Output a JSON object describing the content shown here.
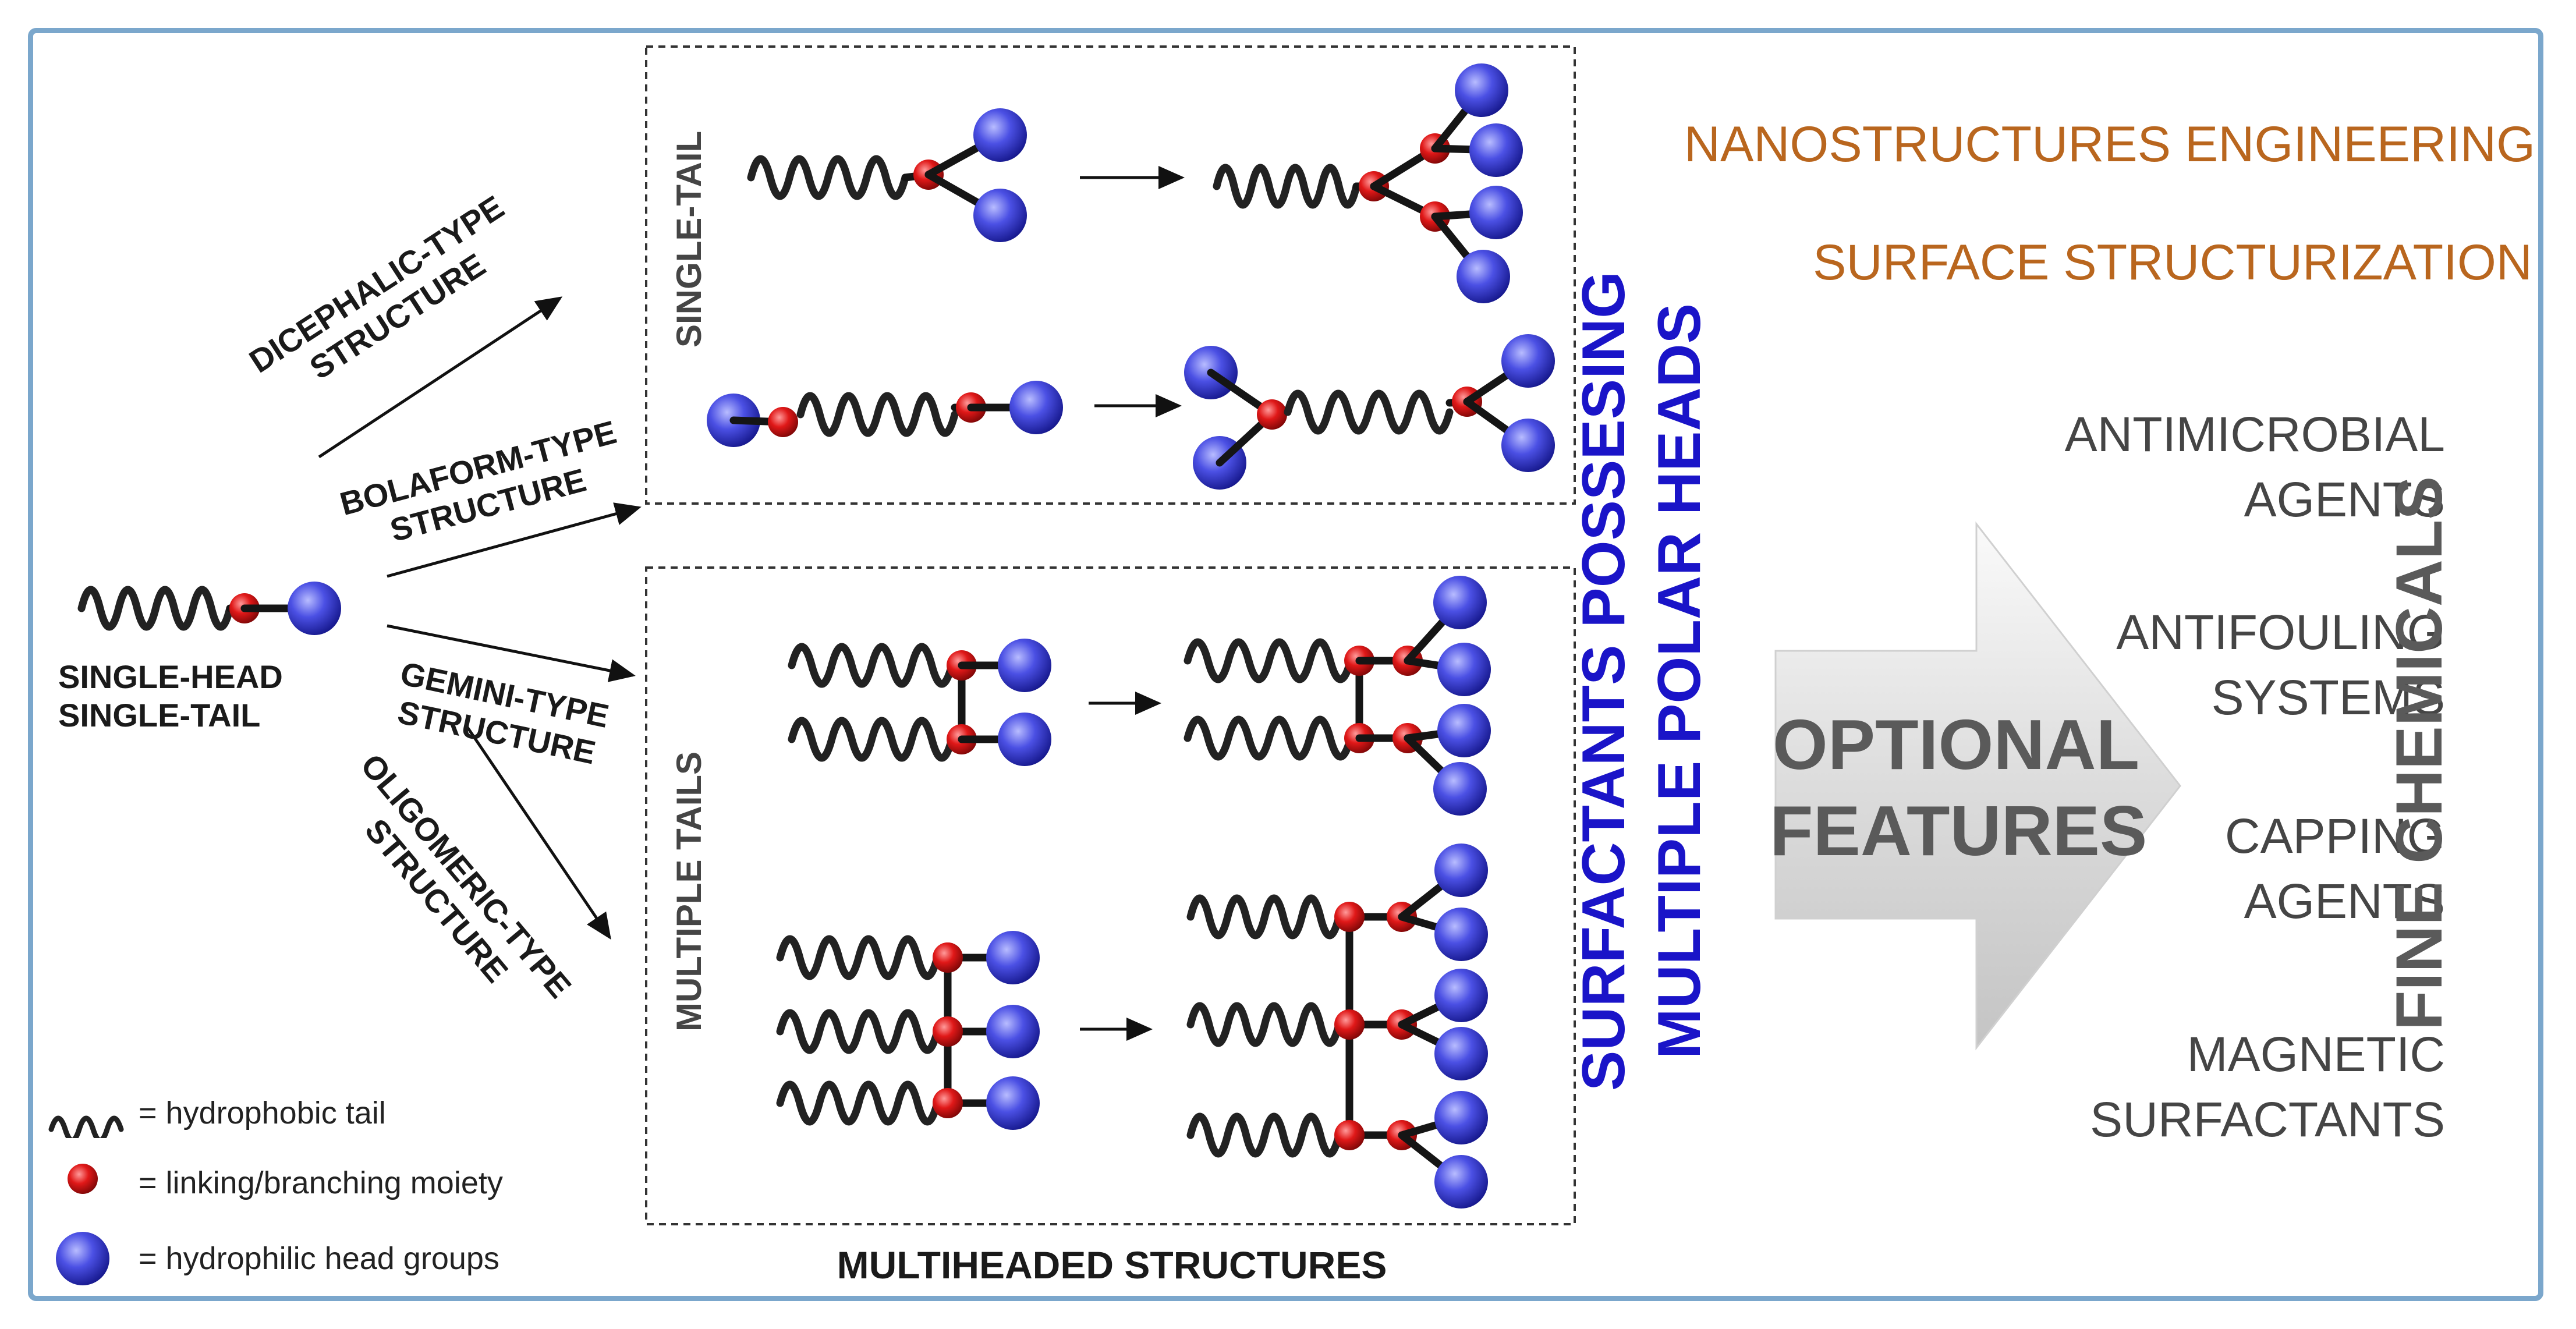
{
  "start_structure": {
    "line1": "SINGLE-HEAD",
    "line2": "SINGLE-TAIL"
  },
  "branches": [
    {
      "line1": "DICEPHALIC-TYPE",
      "line2": "STRUCTURE"
    },
    {
      "line1": "BOLAFORM-TYPE",
      "line2": "STRUCTURE"
    },
    {
      "line1": "GEMINI-TYPE",
      "line2": "STRUCTURE"
    },
    {
      "line1": "OLIGOMERIC-TYPE",
      "line2": "STRUCTURE"
    }
  ],
  "boxes": {
    "single_tail": "SINGLE-TAIL",
    "multiple_tails": "MULTIPLE TAILS"
  },
  "bottom_caption": "MULTIHEADED STRUCTURES",
  "legend": [
    {
      "symbol": "hydrophobic tail",
      "text": "= hydrophobic tail"
    },
    {
      "symbol": "linking moiety",
      "text": "= linking/branching moiety"
    },
    {
      "symbol": "hydrophilic head",
      "text": "= hydrophilic head groups"
    }
  ],
  "vertical_title": {
    "line1": "SURFACTANTS POSSESING",
    "line2": "MULTIPLE POLAR HEADS"
  },
  "arrow_text": {
    "line1": "OPTIONAL",
    "line2": "FEATURES"
  },
  "top_features": [
    "NANOSTRUCTURES ENGINEERING",
    "SURFACE STRUCTURIZATION"
  ],
  "applications": [
    {
      "line1": "ANTIMICROBIAL",
      "line2": "AGENTS"
    },
    {
      "line1": "ANTIFOULING",
      "line2": "SYSTEMS"
    },
    {
      "line1": "CAPPING",
      "line2": "AGENTS"
    },
    {
      "line1": "MAGNETIC",
      "line2": "SURFACTANTS"
    }
  ],
  "fine_chemicals": "FINE CHEMICALS",
  "colors": {
    "frame": "#7ba7cc",
    "title_blue": "#1a14c8",
    "feature_orange": "#b9661e",
    "head_blue": "#3b3fd6",
    "link_red": "#d41515",
    "text_grey": "#454545"
  }
}
